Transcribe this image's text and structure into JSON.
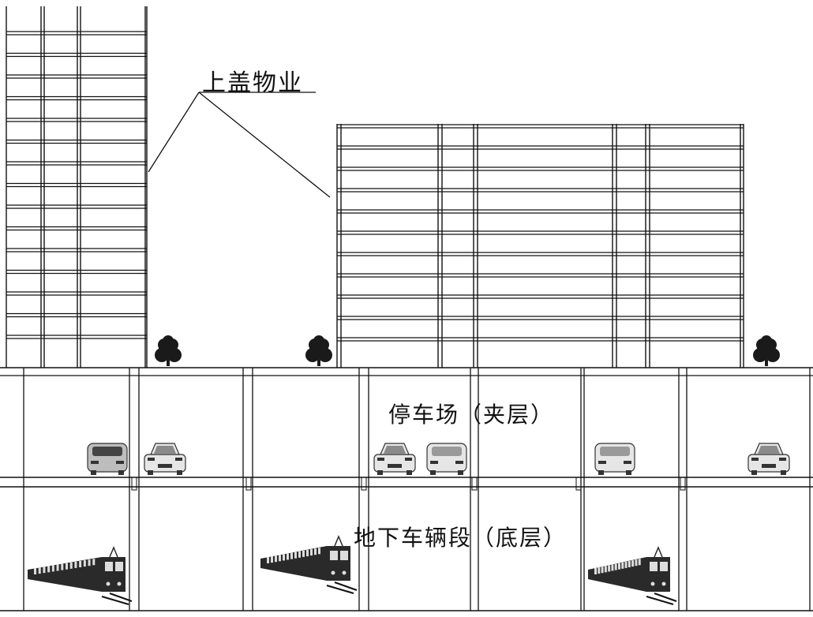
{
  "labels": {
    "superstructure": "上盖物业",
    "parking_level": "停车场（夹层）",
    "depot_level": "地下车辆段（底层）"
  },
  "colors": {
    "line": "#111111",
    "tree": "#1a1a1a",
    "car_body": "#e6e6e6",
    "car_dark": "#333333",
    "train_body": "#2a2a2a"
  },
  "icons": {
    "tree": "tree-icon",
    "car": "car-icon",
    "van": "van-icon",
    "train": "train-icon"
  }
}
